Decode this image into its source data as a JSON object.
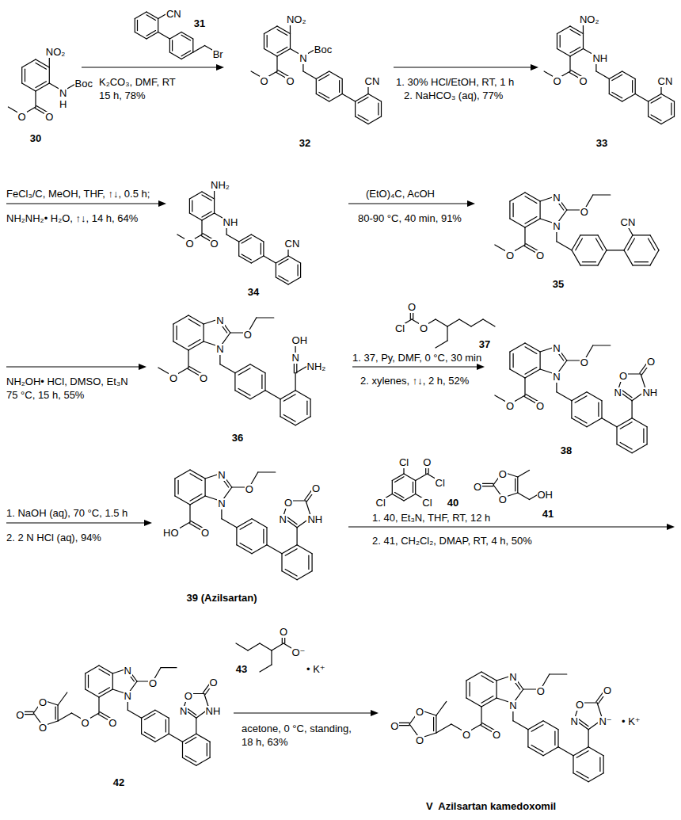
{
  "diagram": {
    "labels": [
      "CN",
      "Br",
      "31",
      "NO₂",
      "N",
      "H",
      "Boc",
      "O",
      "O",
      "30",
      "K₂CO₃, DMF, RT",
      "15 h, 78%",
      "NO₂",
      "N",
      "Boc",
      "O",
      "O",
      "CN",
      "32",
      "1. 30% HCl/EtOH, RT, 1 h",
      "2. NaHCO₃ (aq), 77%",
      "NO₂",
      "NH",
      "O",
      "O",
      "CN",
      "33",
      "FeCl₃/C, MeOH, THF, ↑↓, 0.5 h;",
      "NH₂NH₂• H₂O, ↑↓, 14 h, 64%",
      "NH₂",
      "NH",
      "O",
      "O",
      "CN",
      "34",
      "(EtO)₄C, AcOH",
      "80-90 °C, 40 min, 91%",
      "N",
      "N",
      "O",
      "O",
      "O",
      "CN",
      "35",
      "NH₂OH• HCl, DMSO, Et₃N",
      "75 °C, 15 h, 55%",
      "N",
      "N",
      "O",
      "O",
      "O",
      "N",
      "OH",
      "NH₂",
      "36",
      "Cl",
      "O",
      "O",
      "37",
      "1. 37, Py, DMF, 0 °C, 30 min",
      "2. xylenes, ↑↓, 2 h, 52%",
      "N",
      "N",
      "O",
      "O",
      "O",
      "N",
      "O",
      "O",
      "NH",
      "38",
      "1. NaOH (aq), 70 °C, 1.5 h",
      "2. 2 N HCl (aq), 94%",
      "N",
      "N",
      "O",
      "O",
      "HO",
      "N",
      "O",
      "O",
      "NH",
      "39 (Azilsartan)",
      "Cl",
      "O",
      "Cl",
      "Cl",
      "Cl",
      "40",
      "O",
      "O",
      "O",
      "OH",
      "41",
      "1. 40, Et₃N, THF, RT, 12 h",
      "2. 41, CH₂Cl₂, DMAP, RT, 4 h, 50%",
      "N",
      "N",
      "O",
      "O",
      "O",
      "O",
      "O",
      "O",
      "N",
      "O",
      "O",
      "NH",
      "42",
      "O",
      "O⁻",
      "43",
      "• K⁺",
      "acetone, 0 °C, standing,",
      "18 h, 63%",
      "N",
      "N",
      "O",
      "O",
      "O",
      "O",
      "O",
      "O",
      "N",
      "O",
      "O",
      "N⁻",
      "• K⁺",
      "V  Azilsartan kamedoxomil"
    ]
  }
}
